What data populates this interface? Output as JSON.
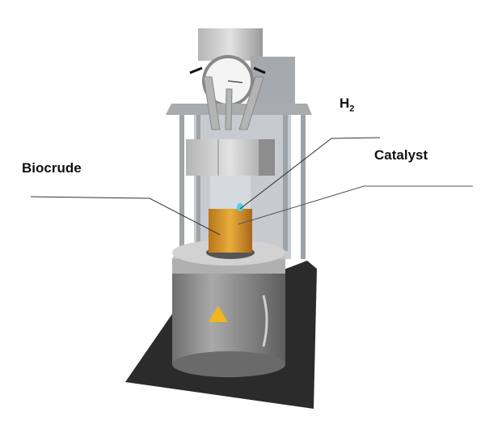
{
  "labels": {
    "biocrude": "Biocrude",
    "h2_main": "H",
    "h2_sub": "2",
    "catalyst": "Catalyst"
  },
  "colors": {
    "platform": "#2b2b2b",
    "body": "#8a8a8a",
    "liquid": "#d89a2a",
    "catalyst": "#4fd0e8",
    "warning": "#f2b51d"
  }
}
